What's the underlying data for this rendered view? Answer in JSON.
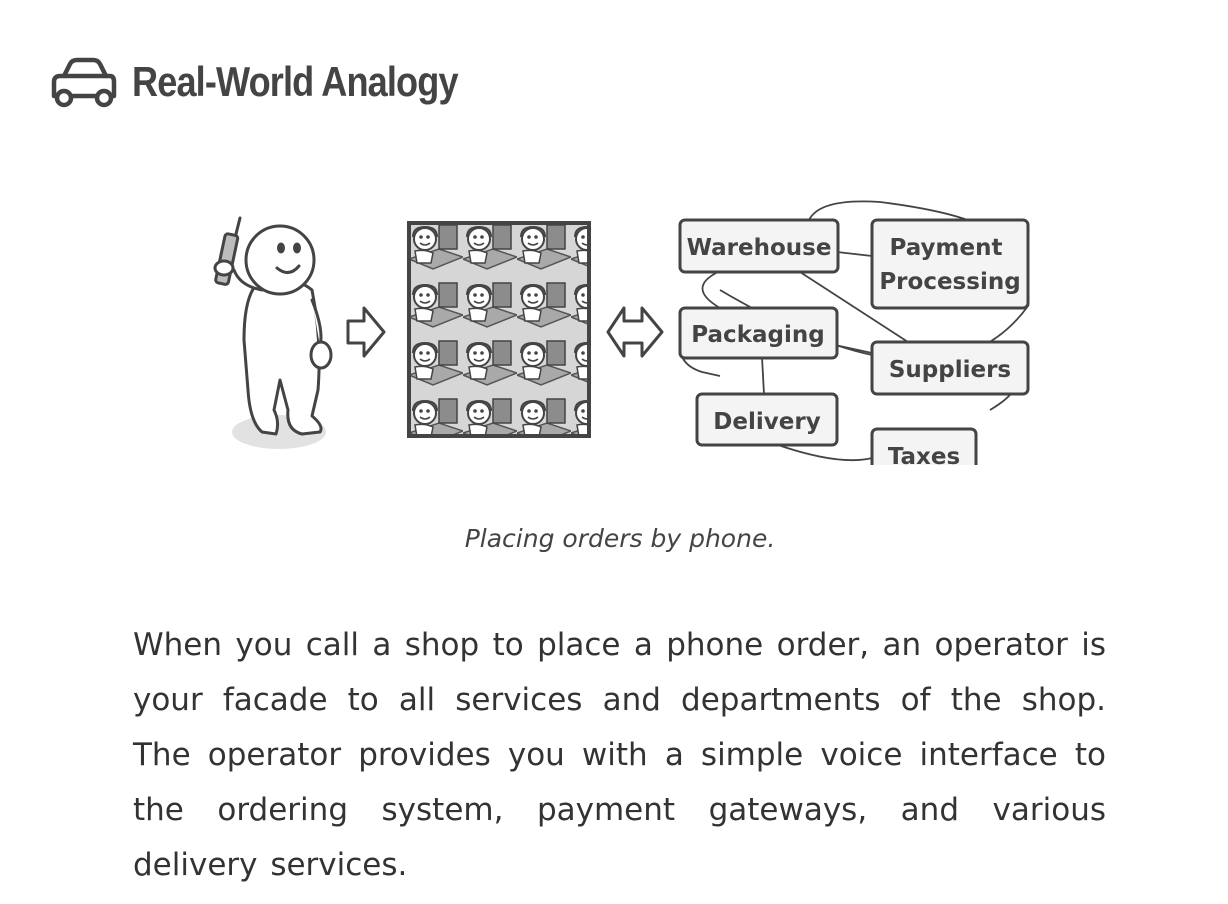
{
  "section": {
    "title": "Real-World Analogy",
    "icon": "car-icon"
  },
  "figure": {
    "icons": [
      "phone-caller-icon",
      "arrow-right-icon",
      "call-center-operators-icon",
      "double-arrow-icon"
    ],
    "departments": [
      "Warehouse",
      "Payment Processing",
      "Packaging",
      "Suppliers",
      "Delivery",
      "Taxes"
    ],
    "caption": "Placing orders by phone."
  },
  "paragraph": "When you call a shop to place a phone order, an operator is your facade to all services and departments of the shop. The operator provides you with a simple voice interface to the ordering system, payment gateways, and various delivery services.",
  "colors": {
    "text": "#333333",
    "outline": "#444444",
    "box_fill": "#f4f4f4"
  }
}
